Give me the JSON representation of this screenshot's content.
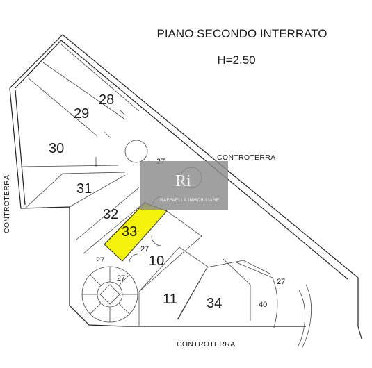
{
  "plan": {
    "title": "PIANO SECONDO INTERRATO",
    "height_label": "H=2.50",
    "highlight_color": "#f2f20a",
    "units": [
      {
        "id": "28",
        "label": "28"
      },
      {
        "id": "29",
        "label": "29"
      },
      {
        "id": "30",
        "label": "30"
      },
      {
        "id": "31",
        "label": "31"
      },
      {
        "id": "32",
        "label": "32"
      },
      {
        "id": "33",
        "label": "33",
        "highlighted": true
      },
      {
        "id": "10",
        "label": "10"
      },
      {
        "id": "11",
        "label": "11"
      },
      {
        "id": "34",
        "label": "34"
      },
      {
        "id": "40",
        "label": "40"
      }
    ],
    "common_areas": [
      "27",
      "27",
      "27",
      "27",
      "27"
    ],
    "boundary_labels": {
      "top": "CONTROTERRA",
      "left": "CONTROTERRA",
      "bottom": "CONTROTERRA"
    }
  },
  "watermark": {
    "logo_letter": "Ri",
    "text": "RAFFAELLA IMMOBILIARE",
    "color": "#8c8c8c"
  }
}
